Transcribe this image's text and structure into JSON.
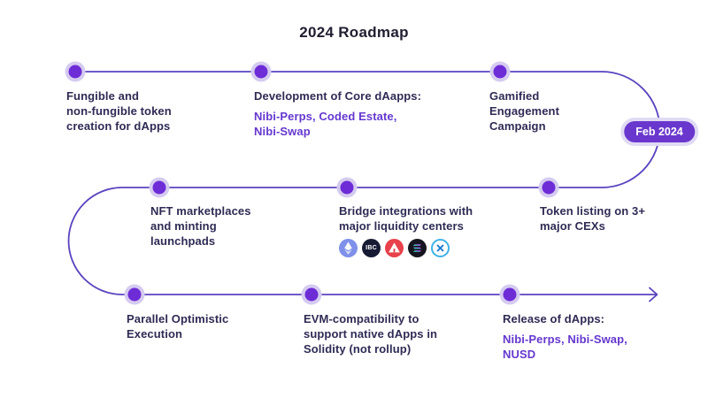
{
  "title": "2024 Roadmap",
  "badge": {
    "label": "Feb 2024"
  },
  "colors": {
    "line": "#5b43c0",
    "dot": "#6d2cd6",
    "dot_halo": "#d5cbf0",
    "heading": "#2f2b54",
    "accent_text": "#6538cf",
    "badge_bg": "#6937cd",
    "badge_ring": "#e0daf4",
    "title": "#211e31"
  },
  "milestones": [
    {
      "id": "fungible-tokens",
      "title": "Fungible and\nnon-fungible token\ncreation for dApps",
      "subtitle": ""
    },
    {
      "id": "core-dapps",
      "title": "Development of Core dAapps:",
      "subtitle": "Nibi-Perps, Coded Estate,\nNibi-Swap"
    },
    {
      "id": "gamified-campaign",
      "title": "Gamified\nEngagement\nCampaign",
      "subtitle": ""
    },
    {
      "id": "nft-marketplaces",
      "title": "NFT marketplaces\nand minting\nlaunchpads",
      "subtitle": ""
    },
    {
      "id": "bridge-integrations",
      "title": "Bridge integrations with\nmajor liquidity centers",
      "subtitle": ""
    },
    {
      "id": "token-listing",
      "title": "Token listing on 3+\nmajor CEXs",
      "subtitle": ""
    },
    {
      "id": "parallel-execution",
      "title": "Parallel Optimistic\nExecution",
      "subtitle": ""
    },
    {
      "id": "evm-compatibility",
      "title": "EVM-compatibility to\nsupport native dApps in\nSolidity (not rollup)",
      "subtitle": ""
    },
    {
      "id": "release-dapps",
      "title": "Release of dApps:",
      "subtitle": "Nibi-Perps, Nibi-Swap,\nNUSD"
    }
  ],
  "icons": {
    "list": [
      "ethereum-icon",
      "ibc-icon",
      "avalanche-icon",
      "solana-icon",
      "axelar-icon"
    ],
    "ibc_label": "IBC"
  }
}
